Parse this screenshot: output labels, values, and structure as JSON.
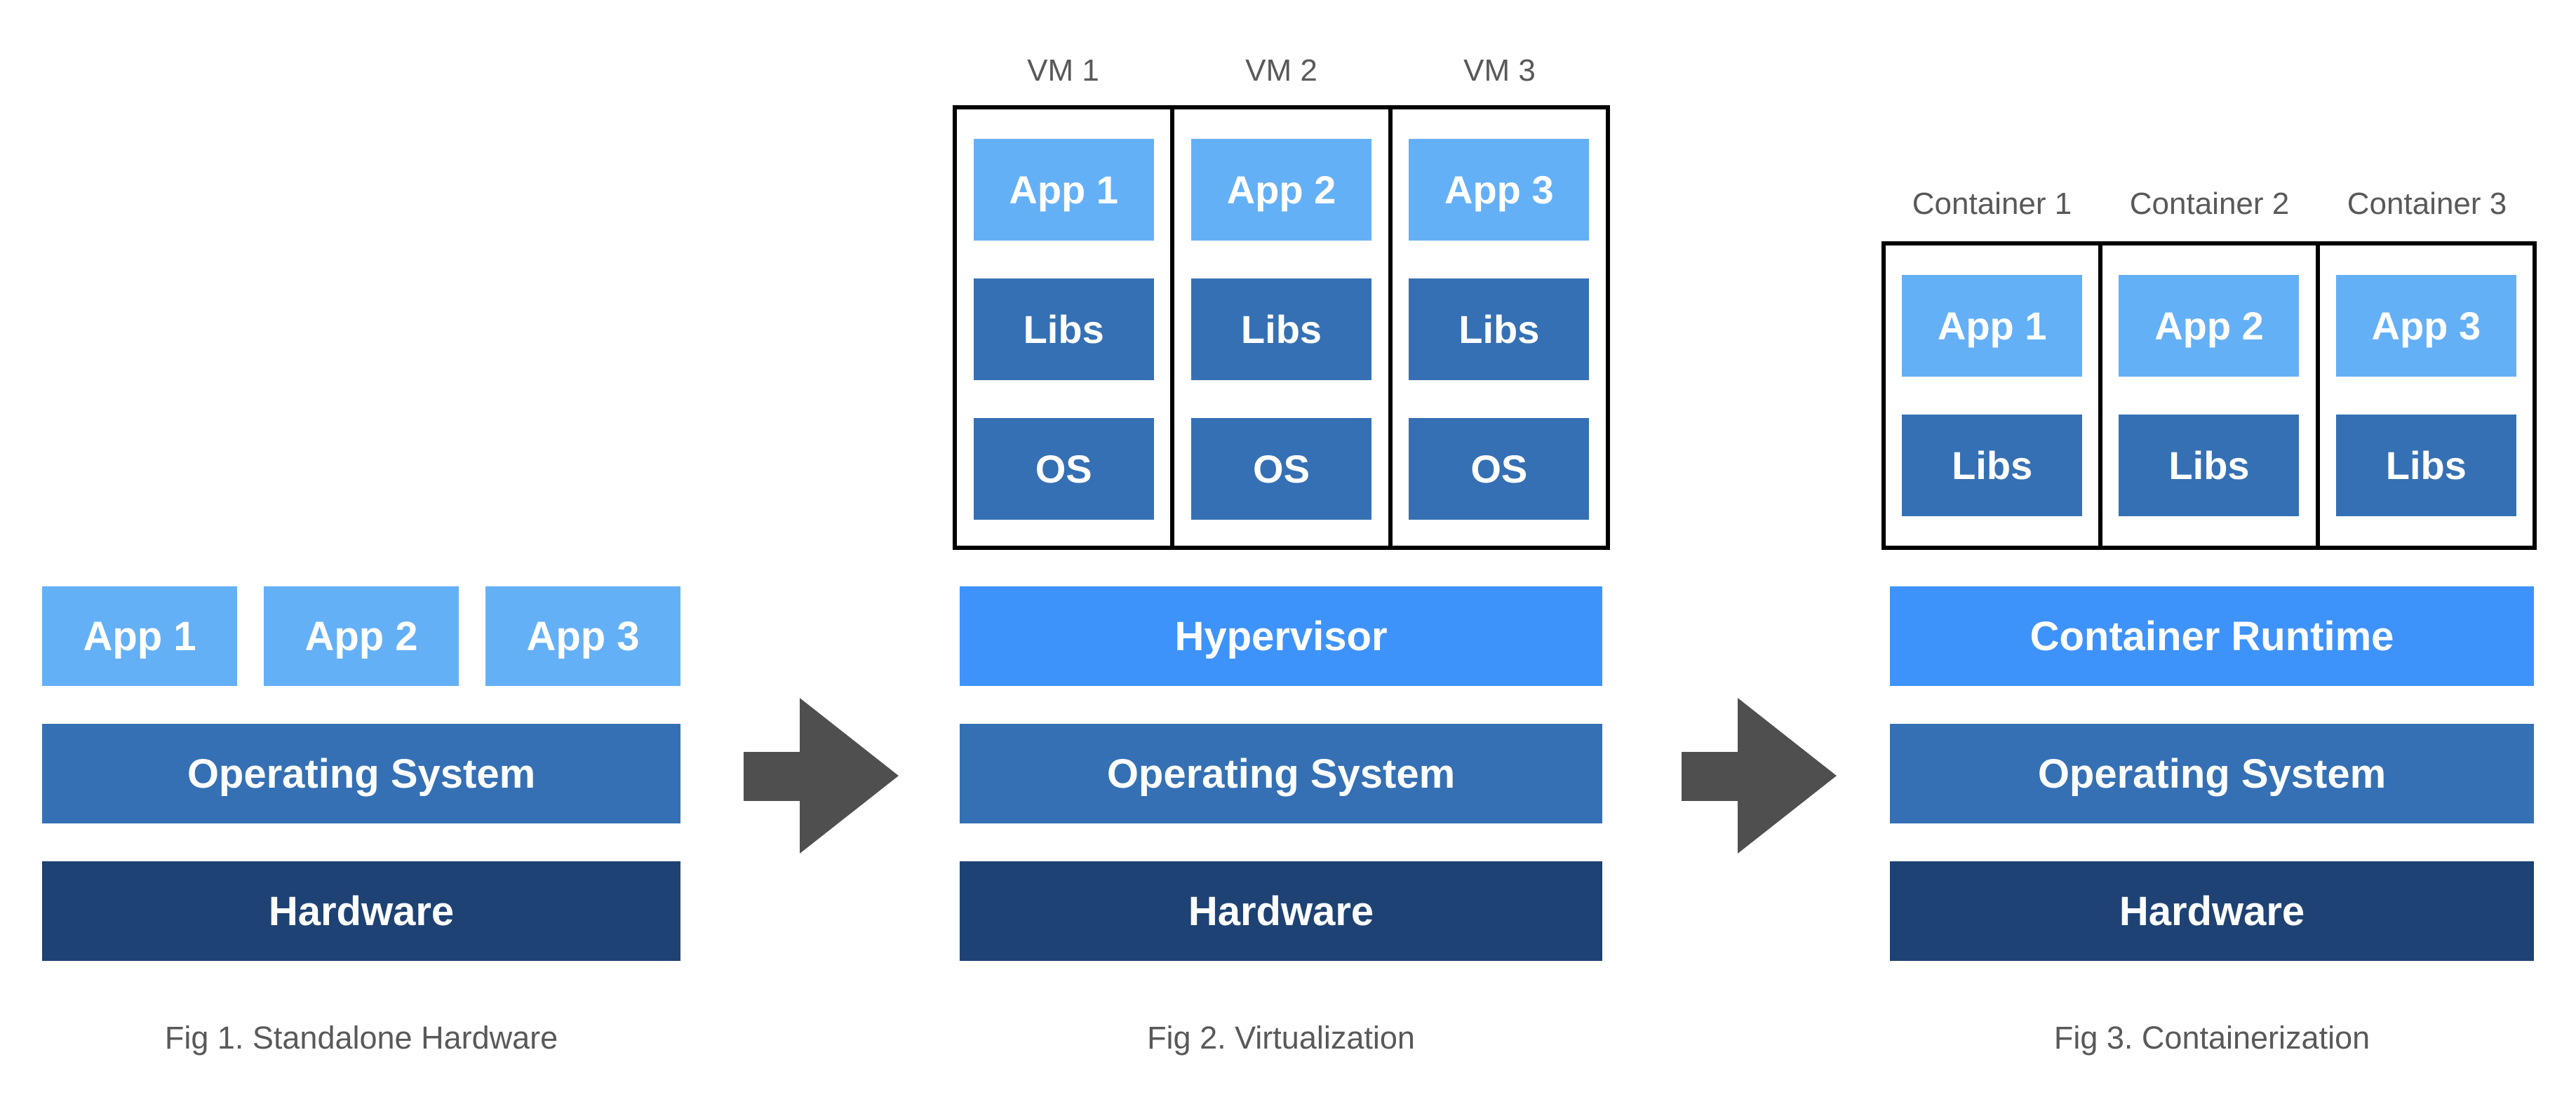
{
  "fig1": {
    "caption": "Fig 1. Standalone Hardware",
    "apps": [
      "App 1",
      "App 2",
      "App 3"
    ],
    "layers": [
      "Operating System",
      "Hardware"
    ]
  },
  "fig2": {
    "caption": "Fig 2. Virtualization",
    "vm_labels": [
      "VM 1",
      "VM 2",
      "VM 3"
    ],
    "vm_stacks": [
      [
        "App 1",
        "Libs",
        "OS"
      ],
      [
        "App 2",
        "Libs",
        "OS"
      ],
      [
        "App 3",
        "Libs",
        "OS"
      ]
    ],
    "layers": [
      "Hypervisor",
      "Operating System",
      "Hardware"
    ]
  },
  "fig3": {
    "caption": "Fig 3. Containerization",
    "container_labels": [
      "Container 1",
      "Container 2",
      "Container 3"
    ],
    "container_stacks": [
      [
        "App 1",
        "Libs"
      ],
      [
        "App 2",
        "Libs"
      ],
      [
        "App 3",
        "Libs"
      ]
    ],
    "layers": [
      "Container Runtime",
      "Operating System",
      "Hardware"
    ]
  },
  "colors": {
    "app_light_blue": "#64B0F6",
    "bright_blue": "#3E93FB",
    "mid_blue": "#3570B4",
    "dark_navy": "#1E4273",
    "label_gray": "#595959",
    "arrow_gray": "#4F4F4F",
    "border_black": "#000000"
  }
}
